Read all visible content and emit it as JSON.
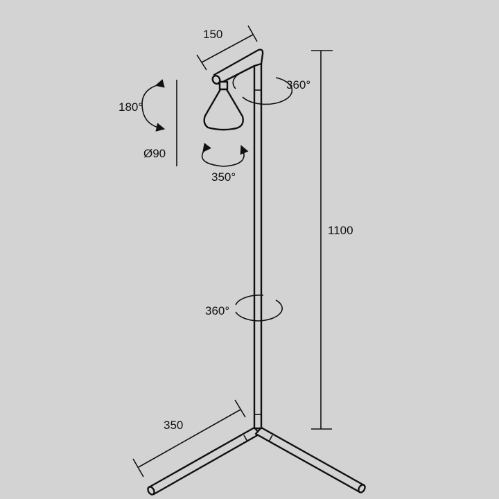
{
  "dimensions": {
    "arm_length": "150",
    "height": "1100",
    "leg_length": "350",
    "shade_diameter": "Ø90"
  },
  "rotations": {
    "shade_tilt": "180°",
    "shade_swivel": "350°",
    "arm_rotation": "360°",
    "pole_rotation": "360°"
  }
}
